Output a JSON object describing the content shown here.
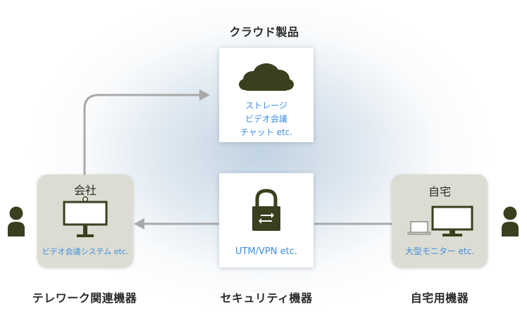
{
  "labels": {
    "cloud": "クラウド製品",
    "telework": "テレワーク関連機器",
    "security": "セキュリティ機器",
    "home_devices": "自宅用機器"
  },
  "cloud_box": {
    "lines": [
      "ストレージ",
      "ビデオ会議",
      "チャット etc."
    ]
  },
  "security_box": {
    "text": "UTM/VPN etc."
  },
  "office_box": {
    "title": "会社",
    "caption": "ビデオ会議システム etc."
  },
  "home_box": {
    "title": "自宅",
    "caption": "大型モニター etc."
  },
  "colors": {
    "dark_olive": "#3b3f1f",
    "accent_blue": "#3d8fe0",
    "connector_gray": "#a9a9a9",
    "gray_box": "#dcdcd2"
  },
  "icons": [
    "cloud-icon",
    "padlock-icon",
    "video-conference-screen-icon",
    "laptop-icon",
    "monitor-icon",
    "person-icon"
  ]
}
